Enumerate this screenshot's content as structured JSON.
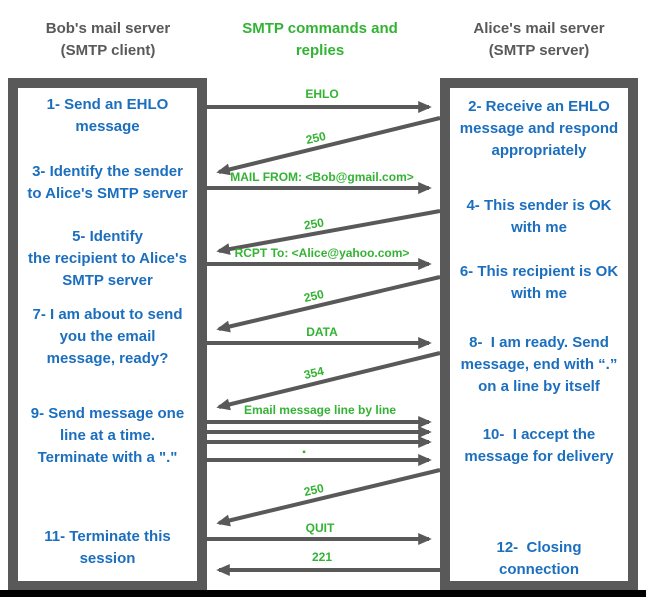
{
  "colors": {
    "blue": "#1B6FBE",
    "green": "#33B333",
    "gray": "#595959",
    "black": "#000000"
  },
  "headers": {
    "client": "Bob's mail server\n(SMTP client)",
    "commands": "SMTP commands and\nreplies",
    "server": "Alice's mail server\n(SMTP server)"
  },
  "client_box": {
    "steps": [
      "1- Send an EHLO\nmessage",
      "3- Identify the sender\nto Alice's SMTP server",
      "5- Identify\nthe recipient to Alice's\nSMTP server",
      "7- I am about to send\nyou the email\nmessage, ready?",
      "9- Send message one\nline at a time.\nTerminate with a \".\"",
      "11- Terminate this\nsession"
    ]
  },
  "server_box": {
    "steps": [
      "2- Receive an EHLO\nmessage and respond\nappropriately",
      "4- This sender is OK\nwith me",
      "6- This recipient is OK\nwith me",
      "8-  I am ready. Send\nmessage, end with “.”\non a line by itself",
      "10-  I accept the\nmessage for delivery",
      "12-  Closing\nconnection"
    ]
  },
  "commands": {
    "ehlo": "EHLO",
    "reply_250_1": "250",
    "mail_from": "MAIL FROM: <Bob@gmail.com>",
    "reply_250_2": "250",
    "rcpt_to": "RCPT To: <Alice@yahoo.com>",
    "reply_250_3": "250",
    "data": "DATA",
    "reply_354": "354",
    "email_lines": "Email message line by line",
    "dot_terminator": "▪",
    "reply_250_4": "250",
    "quit": "QUIT",
    "reply_221": "221"
  }
}
